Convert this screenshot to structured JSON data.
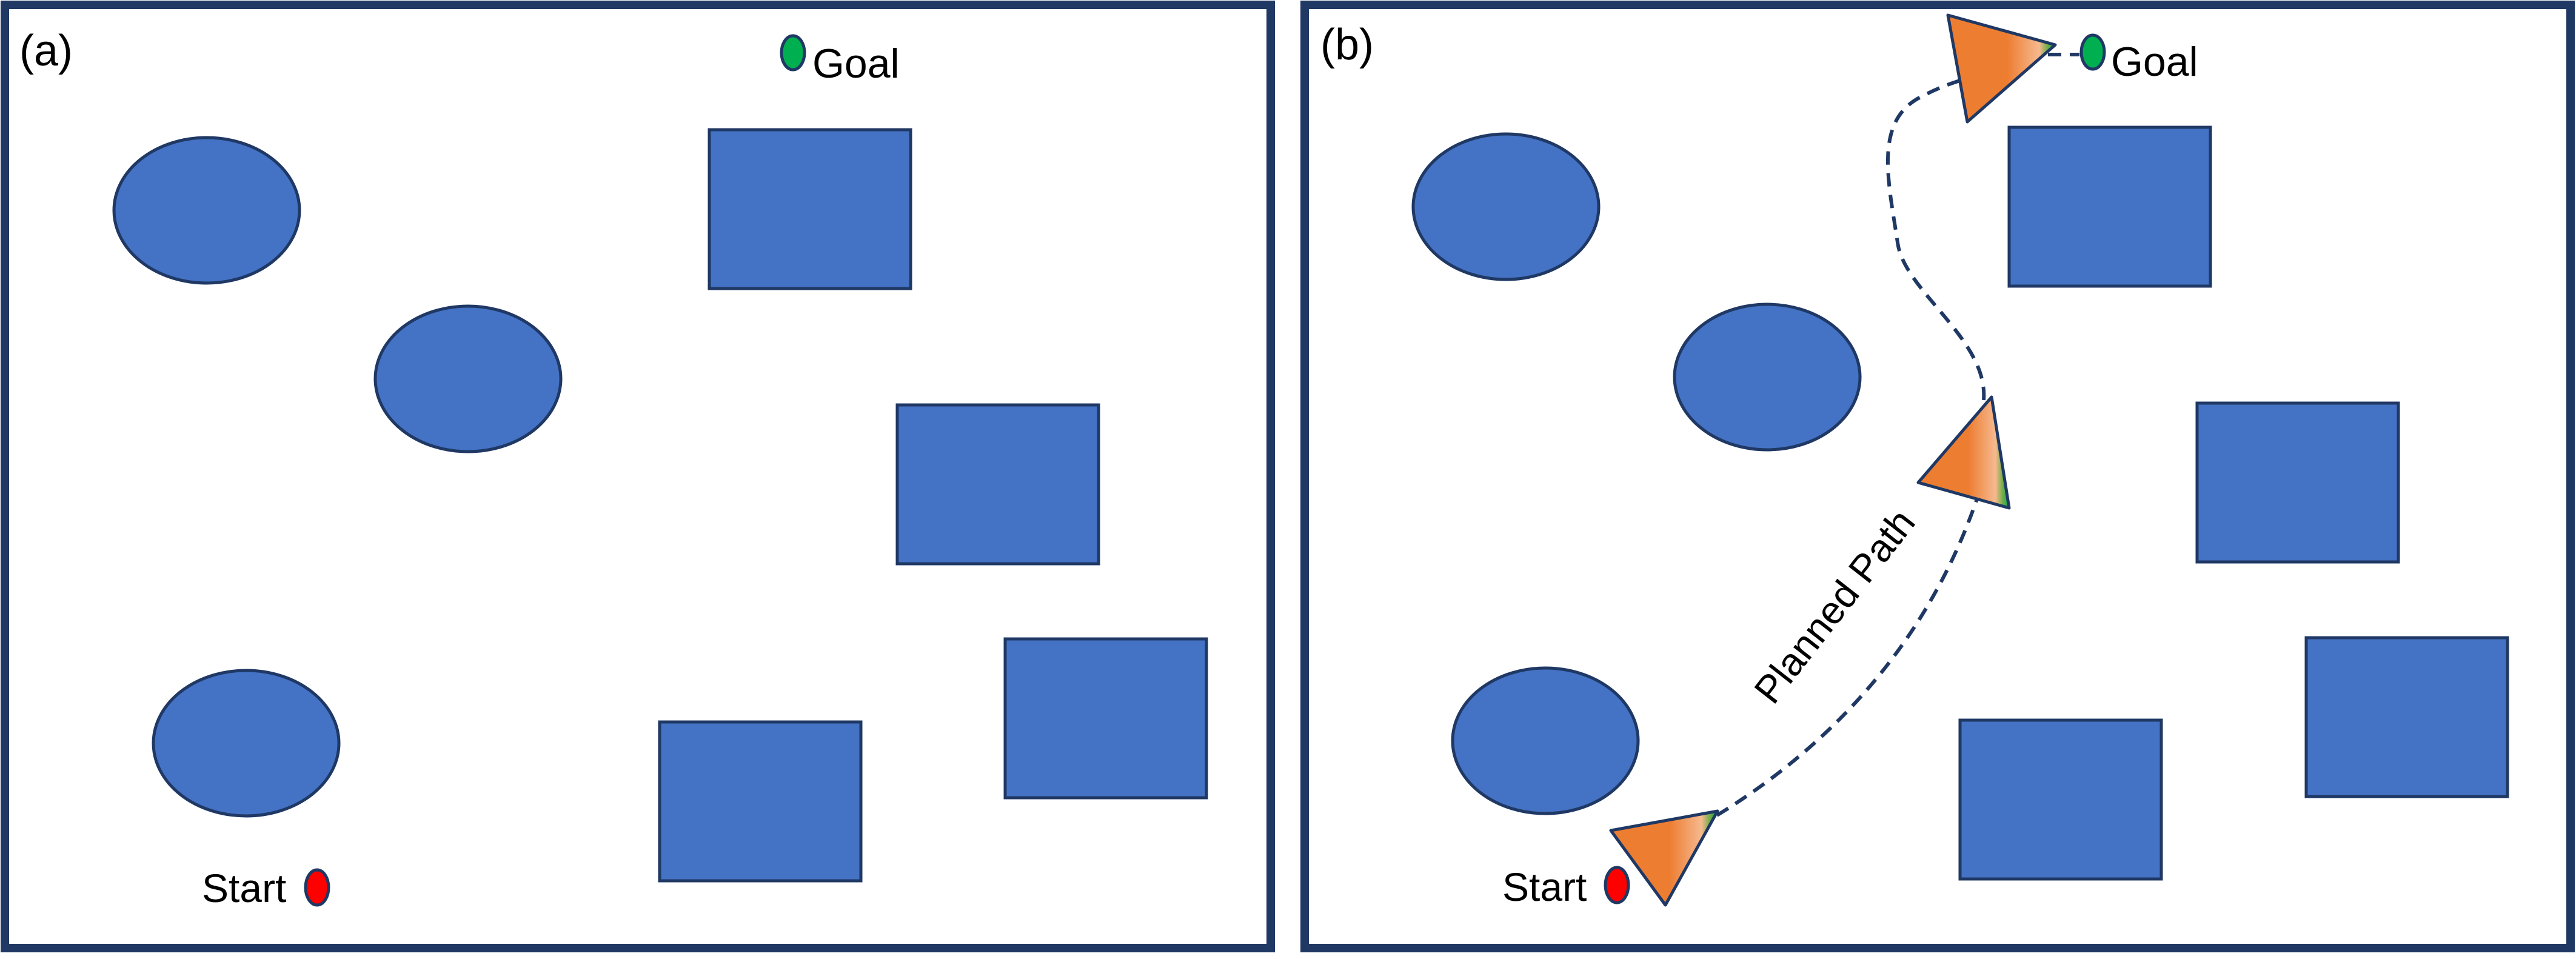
{
  "colors": {
    "frame": "#1f3864",
    "obstacle_fill": "#4472c4",
    "obstacle_stroke": "#1f3864",
    "start_marker": "#ff0000",
    "goal_marker": "#00b050",
    "robot_fill": "#ed7d31",
    "robot_tip": "#70ad47",
    "path": "#1f3864"
  },
  "panels": [
    {
      "id": "a",
      "label": "(a)",
      "start_label": "Start",
      "goal_label": "Goal",
      "shows_path": false,
      "ellipse_obstacles": 3,
      "rectangle_obstacles": 4
    },
    {
      "id": "b",
      "label": "(b)",
      "start_label": "Start",
      "goal_label": "Goal",
      "path_label": "Planned Path",
      "shows_path": true,
      "ellipse_obstacles": 3,
      "rectangle_obstacles": 4,
      "robot_markers": 3
    }
  ],
  "icons": {
    "start": "red-oval-marker",
    "goal": "green-oval-marker",
    "robot": "orange-triangle-robot"
  }
}
